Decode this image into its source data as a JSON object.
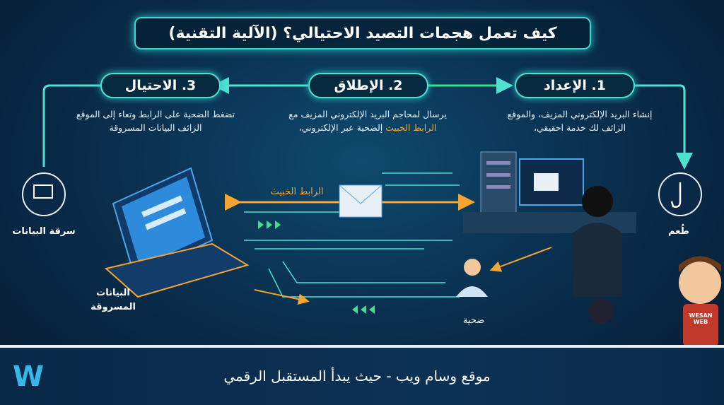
{
  "title": "كيف تعمل هجمات التصيد الاحتيالي؟ (الآلية التقنية)",
  "steps": [
    {
      "label": "1. الإعداد",
      "description": "إنشاء البريد الإلكتروني المزيف، والموقع الزائف لك خدمة احقيقي،"
    },
    {
      "label": "2. الإطلاق",
      "description_before": "يرسال لمحاجم البريد الإلكتروني المزيف مع ",
      "description_highlight": "الرابط الخبيث",
      "description_after": " إلضحية عبر الإلكتروني،"
    },
    {
      "label": "3. الاحتيال",
      "description": "تضغط الضحية على الرابط وتعاء إلى الموقع الزائف البيانات المسروقة"
    }
  ],
  "labels": {
    "malicious_link": "الرابط الخبيث",
    "data_theft": "سرقة البيانات",
    "stolen_data": "البيانات المسروقة",
    "victim": "ضحية",
    "bait": "طُعم"
  },
  "mascot_shirt": "WESAN WEB",
  "footer": {
    "text": "موقع وسام ويب - حيث يبدأ المستقبل الرقمي",
    "logo": "W"
  },
  "colors": {
    "accent": "#3fd6d0",
    "highlight": "#f6a531",
    "arrow_green": "#3fe08a",
    "background": "#0a3050"
  }
}
